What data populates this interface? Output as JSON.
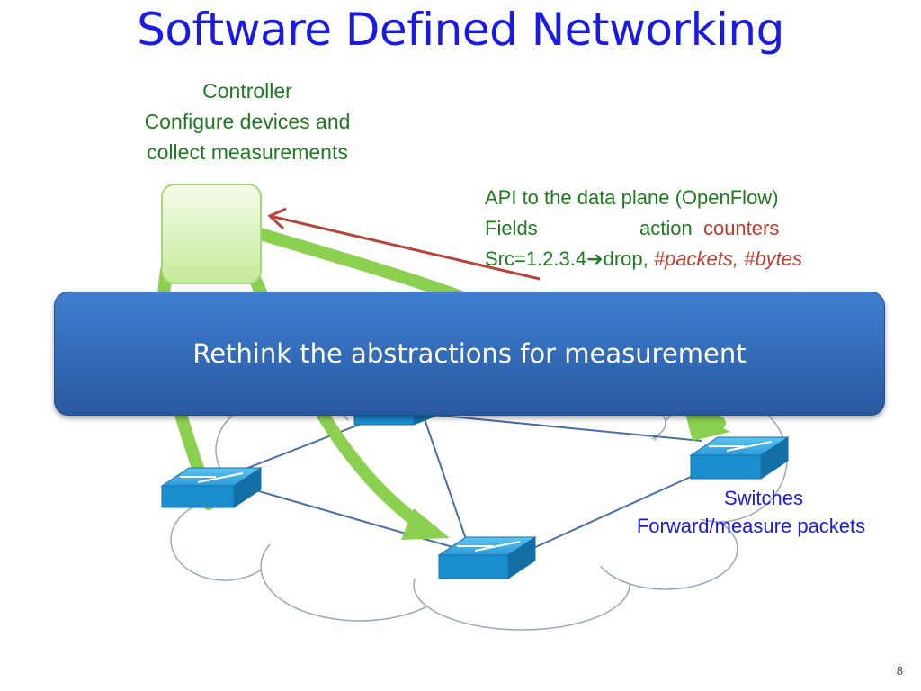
{
  "slide": {
    "title": "Software Defined Networking",
    "page_number": "8"
  },
  "controller": {
    "line1": "Controller",
    "line2": "Configure devices and",
    "line3": "collect measurements"
  },
  "api": {
    "line1": "API to the data plane (OpenFlow)",
    "fields_label": "Fields",
    "action_label": "action",
    "counters_label": "counters",
    "rule_text": "Src=1.2.3.4",
    "rule_arrow": "➔",
    "rule_action": "drop, ",
    "rule_counters": "#packets, #bytes"
  },
  "banner": {
    "text": "Rethink the abstractions for measurement"
  },
  "switches": {
    "line1": "Switches",
    "line2": "Forward/measure packets"
  },
  "colors": {
    "title": "#1a1ae6",
    "green_text": "#1f7a1f",
    "counters": "#c0392b",
    "banner": "#3a72c4",
    "switch": "#1a8fd0",
    "flow_arrow": "#8cd050"
  }
}
